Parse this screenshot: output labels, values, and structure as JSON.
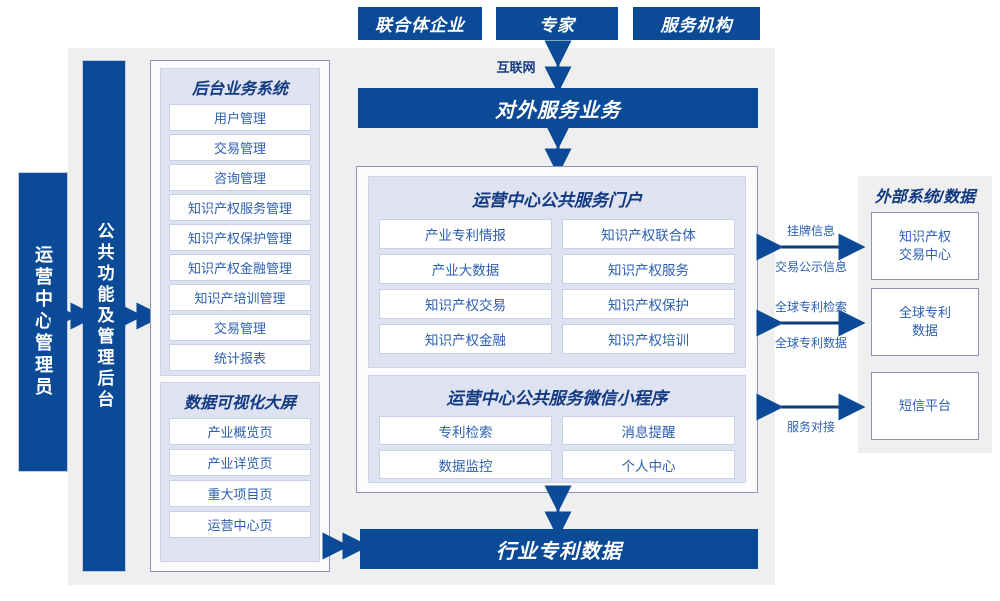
{
  "diagram": {
    "title_text": "",
    "colors": {
      "navy": "#0a4a96",
      "panel_bg": "#dee2f1",
      "shell_bg": "#efefef",
      "cell_text": "#2c5fb0",
      "border": "#8e94b8"
    }
  },
  "top_actors": [
    {
      "label": "联合体企业"
    },
    {
      "label": "专家"
    },
    {
      "label": "服务机构"
    }
  ],
  "internet_label": "互联网",
  "external_service_bar": {
    "label": "对外服务业务"
  },
  "left_columns": [
    {
      "label": "运营中心管理员"
    },
    {
      "label": "公共功能及管理后台"
    }
  ],
  "backend_panel": {
    "title": "后台业务系统",
    "items": [
      "用户管理",
      "交易管理",
      "咨询管理",
      "知识产权服务管理",
      "知识产权保护管理",
      "知识产权金融管理",
      "知识产培训管理",
      "交易管理",
      "统计报表"
    ]
  },
  "dataviz_panel": {
    "title": "数据可视化大屏",
    "items": [
      "产业概览页",
      "产业详览页",
      "重大项目页",
      "运营中心页"
    ]
  },
  "portal_panel": {
    "title": "运营中心公共服务门户",
    "rows": [
      [
        "产业专利情报",
        "知识产权联合体"
      ],
      [
        "产业大数据",
        "知识产权服务"
      ],
      [
        "知识产权交易",
        "知识产权保护"
      ],
      [
        "知识产权金融",
        "知识产权培训"
      ]
    ]
  },
  "miniprogram_panel": {
    "title": "运营中心公共服务微信小程序",
    "rows": [
      [
        "专利检索",
        "消息提醒"
      ],
      [
        "数据监控",
        "个人中心"
      ]
    ]
  },
  "bottom_bar": {
    "label": "行业专利数据"
  },
  "external_panel": {
    "title": "外部系统/数据",
    "items": [
      {
        "label": "知识产权\n交易中心"
      },
      {
        "label": "全球专利\n数据"
      },
      {
        "label": "短信平台"
      }
    ],
    "connectors": [
      {
        "above": "挂牌信息",
        "below": "交易公示信息"
      },
      {
        "above": "全球专利检索",
        "below": "全球专利数据"
      },
      {
        "above": "",
        "below": "服务对接"
      }
    ]
  }
}
